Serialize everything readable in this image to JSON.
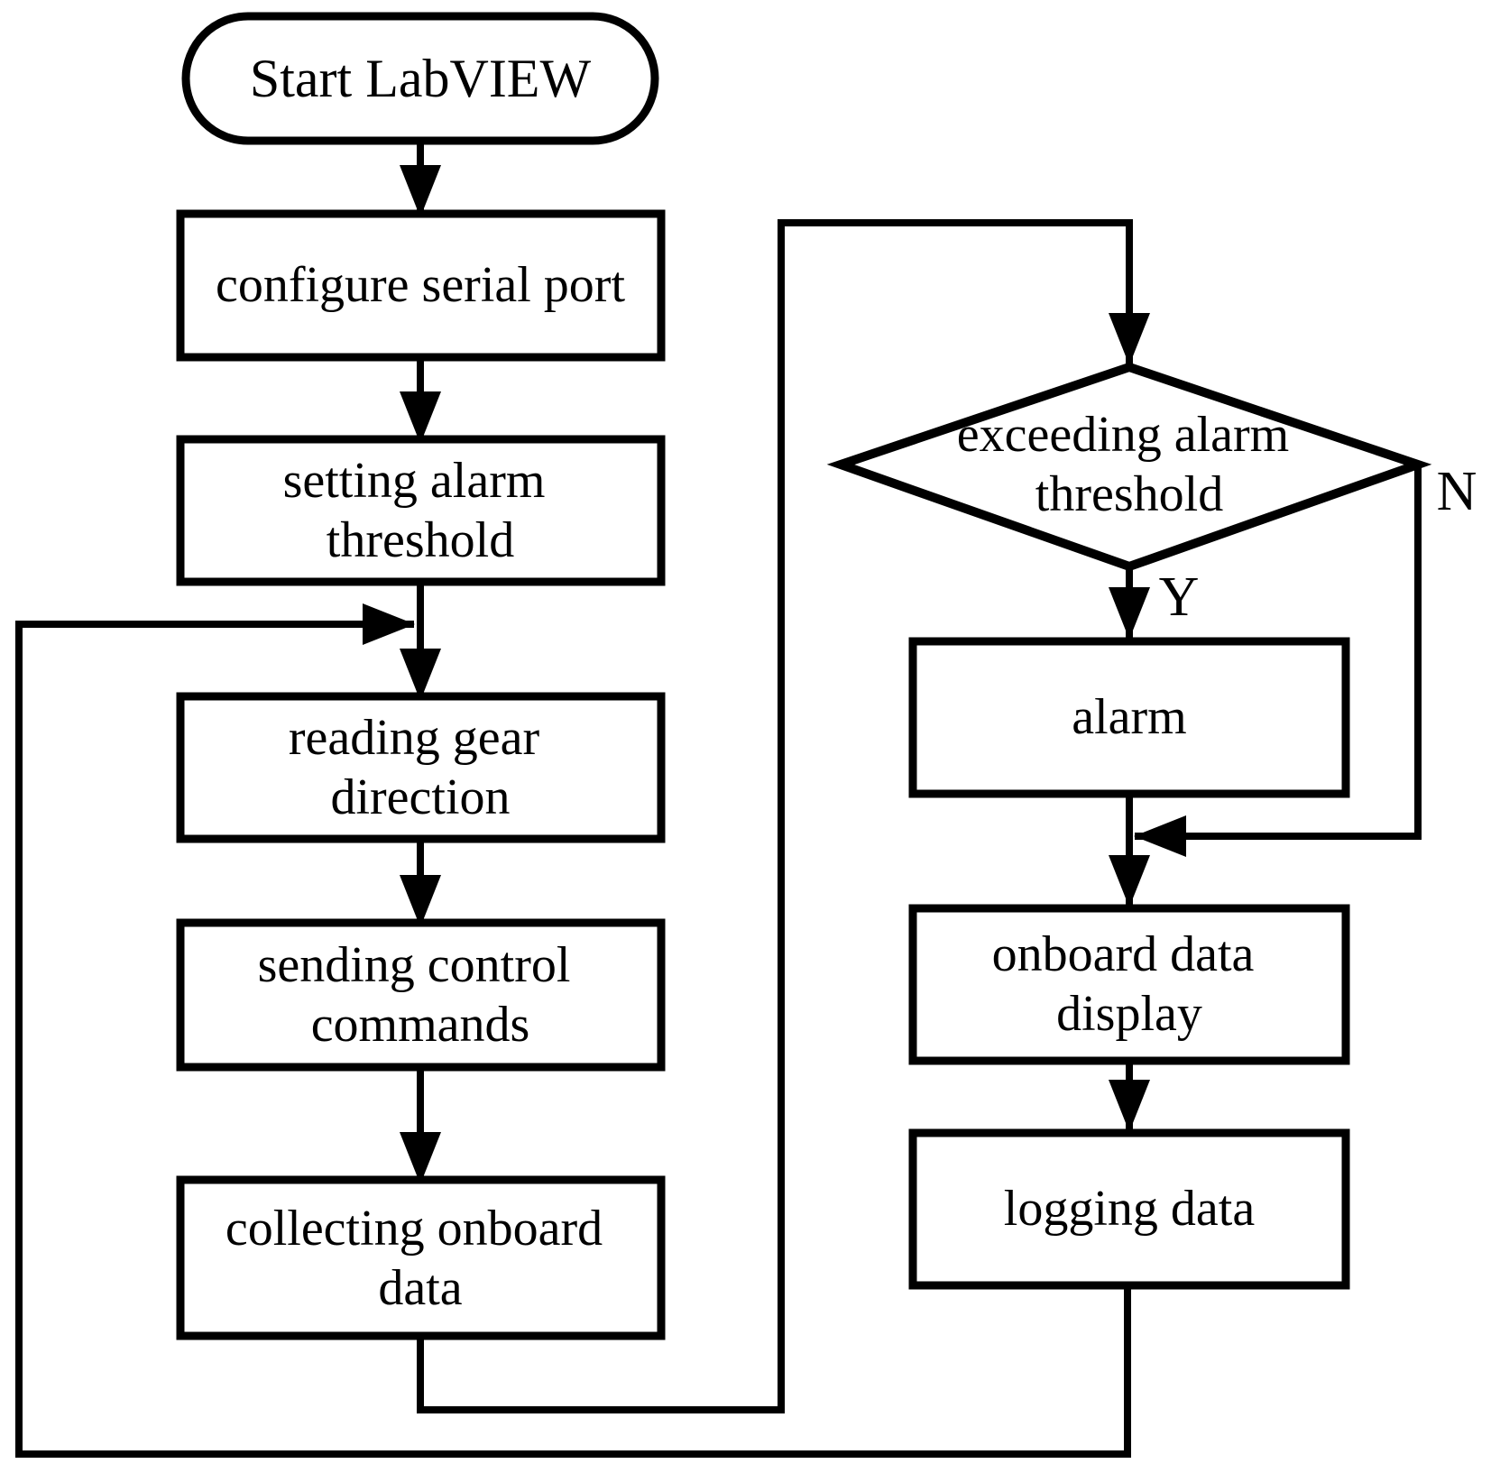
{
  "diagram": {
    "background": "#ffffff",
    "line_color": "#000000",
    "nodes": {
      "start": {
        "label": "Start LabVIEW"
      },
      "configure": {
        "label": "configure serial port"
      },
      "threshold": {
        "line1": "setting alarm",
        "line2": "threshold"
      },
      "reading": {
        "line1": "reading gear",
        "line2": "direction"
      },
      "sending": {
        "line1": "sending control",
        "line2": "commands"
      },
      "collecting": {
        "line1": "collecting onboard",
        "line2": "data"
      },
      "decision": {
        "line1": "exceeding alarm",
        "line2": "threshold"
      },
      "alarm": {
        "label": "alarm"
      },
      "display": {
        "line1": "onboard data",
        "line2": "display"
      },
      "logging": {
        "label": "logging data"
      }
    },
    "branch_labels": {
      "yes": "Y",
      "no": "N"
    }
  }
}
